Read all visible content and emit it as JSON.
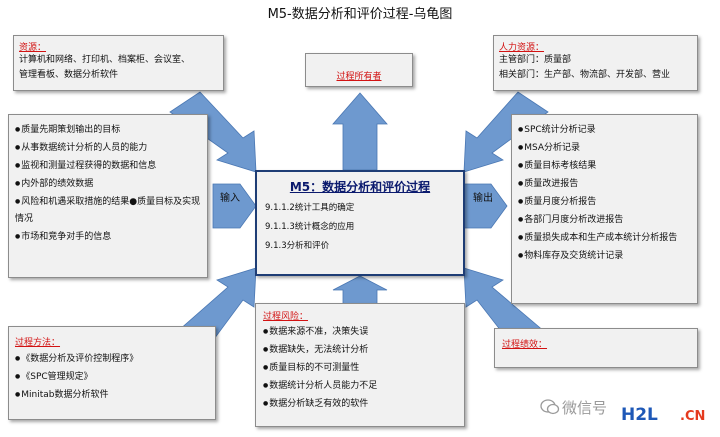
{
  "title": "M5-数据分析和评价过程-乌龟图",
  "center": {
    "title": "M5：数据分析和评价过程",
    "lines": [
      "9.1.1.2统计工具的确定",
      "9.1.1.3统计概念的应用",
      "9.1.3分析和评价"
    ]
  },
  "resources": {
    "heading": "资源：",
    "lines": [
      "计算机和网络、打印机、档案柜、会议室、",
      "管理看板、数据分析软件"
    ]
  },
  "owner": {
    "heading": "过程所有者"
  },
  "human": {
    "heading": "人力资源：",
    "lines": [
      "主管部门：质量部",
      "相关部门：生产部、物流部、开发部、营业"
    ]
  },
  "inputs": {
    "items": [
      "质量先期策划输出的目标",
      "从事数据统计分析的人员的能力",
      "监视和测量过程获得的数据和信息",
      "内外部的绩效数据",
      "风险和机遇采取措施的结果●质量目标及实现情况",
      "市场和竞争对手的信息"
    ]
  },
  "input_label": "输入",
  "output_label": "输出",
  "outputs": {
    "items": [
      "SPC统计分析记录",
      "MSA分析记录",
      "质量目标考核结果",
      "质量改进报告",
      "质量月度分析报告",
      "各部门月度分析改进报告",
      "质量损失成本和生产成本统计分析报告",
      "物料库存及交货统计记录"
    ]
  },
  "method": {
    "heading": "过程方法：",
    "items": [
      "《数据分析及评价控制程序》",
      "《SPC管理规定》",
      "Minitab数据分析软件"
    ]
  },
  "risk": {
    "heading": "过程风险：",
    "items": [
      "数据来源不准，决策失误",
      "数据缺失，无法统计分析",
      "质量目标的不可测量性",
      "数据统计分析人员能力不足",
      "数据分析缺乏有效的软件"
    ]
  },
  "kpi": {
    "heading": "过程绩效："
  },
  "watermark": {
    "wechat": "微信号",
    "brand_a": "H2L",
    "brand_b": ".CN"
  },
  "colors": {
    "arrow": "#6e99cf",
    "arrow_dark": "#4a77b3",
    "heading": "#d21212",
    "center_border": "#1e3d75"
  }
}
